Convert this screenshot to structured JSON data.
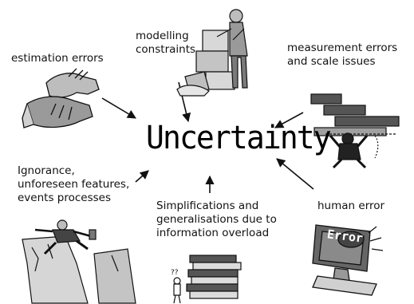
{
  "center": {
    "title": "Uncertainty"
  },
  "sources": {
    "estimation": {
      "label": "estimation errors"
    },
    "modelling": {
      "label": "modelling\nconstraints"
    },
    "measurement": {
      "label": "measurement errors\nand scale issues"
    },
    "ignorance": {
      "label": "Ignorance,\nunforeseen features,\nevents processes"
    },
    "simplification": {
      "label": "Simplifications and\ngeneralisations due to\ninformation overload"
    },
    "human": {
      "label": "human error"
    }
  },
  "clipart": {
    "screen_text": "Error"
  },
  "colors": {
    "ink": "#111111",
    "grey": "#9a9a9a",
    "light_grey": "#d0d0d0",
    "dark_grey": "#555555"
  }
}
